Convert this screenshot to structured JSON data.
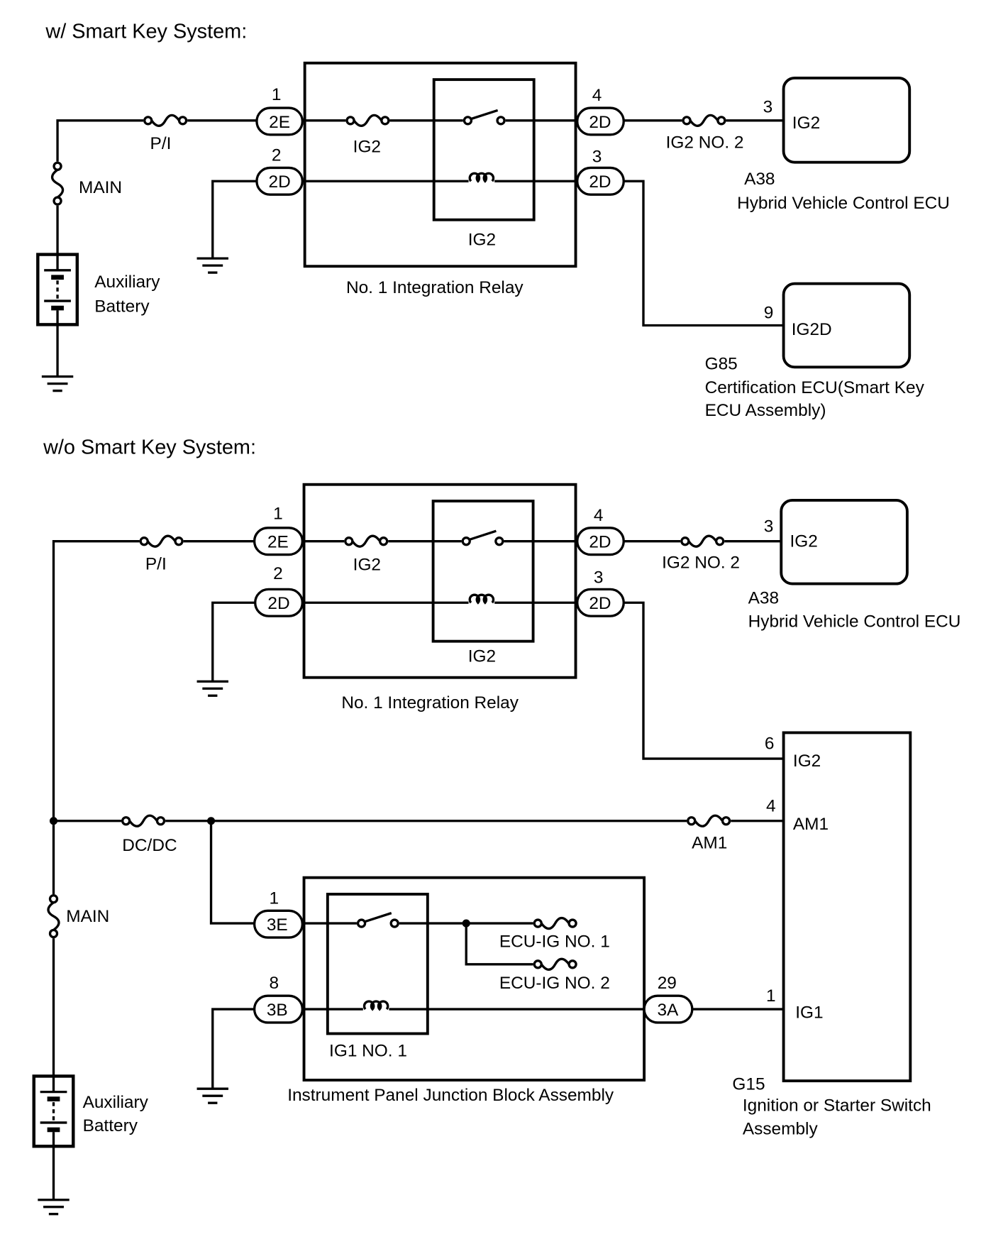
{
  "colors": {
    "line": "#000000",
    "background": "#ffffff"
  },
  "with_smart_key": {
    "title": "w/ Smart Key System:",
    "fuse_pi": "P/I",
    "fuse_main": "MAIN",
    "battery": {
      "line1": "Auxiliary",
      "line2": "Battery"
    },
    "relay": {
      "name": "No. 1 Integration Relay",
      "fuse_label": "IG2",
      "coil_label": "IG2",
      "in_connector_power": {
        "pin": "1",
        "code": "2E"
      },
      "in_connector_ground": {
        "pin": "2",
        "code": "2D"
      },
      "out_connector_switch": {
        "pin": "4",
        "code": "2D"
      },
      "out_connector_coil": {
        "pin": "3",
        "code": "2D"
      }
    },
    "fuse_ig2_no2": "IG2 NO. 2",
    "hv_ecu": {
      "pin": "3",
      "terminal": "IG2",
      "code": "A38",
      "name": "Hybrid Vehicle Control ECU"
    },
    "cert_ecu": {
      "pin": "9",
      "terminal": "IG2D",
      "code": "G85",
      "name_line1": "Certification ECU(Smart Key",
      "name_line2": "ECU Assembly)"
    }
  },
  "without_smart_key": {
    "title": "w/o Smart Key System:",
    "fuse_pi": "P/I",
    "fuse_main": "MAIN",
    "fuse_dcdc": "DC/DC",
    "fuse_am1": "AM1",
    "battery": {
      "line1": "Auxiliary",
      "line2": "Battery"
    },
    "relay": {
      "name": "No. 1 Integration Relay",
      "fuse_label": "IG2",
      "coil_label": "IG2",
      "in_connector_power": {
        "pin": "1",
        "code": "2E"
      },
      "in_connector_ground": {
        "pin": "2",
        "code": "2D"
      },
      "out_connector_switch": {
        "pin": "4",
        "code": "2D"
      },
      "out_connector_coil": {
        "pin": "3",
        "code": "2D"
      }
    },
    "fuse_ig2_no2": "IG2 NO. 2",
    "hv_ecu": {
      "pin": "3",
      "terminal": "IG2",
      "code": "A38",
      "name": "Hybrid Vehicle Control ECU"
    },
    "junction_block": {
      "name": "Instrument Panel Junction Block Assembly",
      "relay_label": "IG1 NO. 1",
      "fuse_ecu_ig_no1": "ECU-IG NO. 1",
      "fuse_ecu_ig_no2": "ECU-IG NO. 2",
      "in_connector_power": {
        "pin": "1",
        "code": "3E"
      },
      "in_connector_ground": {
        "pin": "8",
        "code": "3B"
      },
      "out_connector_coil": {
        "pin": "29",
        "code": "3A"
      }
    },
    "ignition_switch": {
      "code": "G15",
      "name_line1": "Ignition or Starter Switch",
      "name_line2": "Assembly",
      "terminals": [
        {
          "pin": "6",
          "name": "IG2"
        },
        {
          "pin": "4",
          "name": "AM1"
        },
        {
          "pin": "1",
          "name": "IG1"
        }
      ]
    }
  }
}
